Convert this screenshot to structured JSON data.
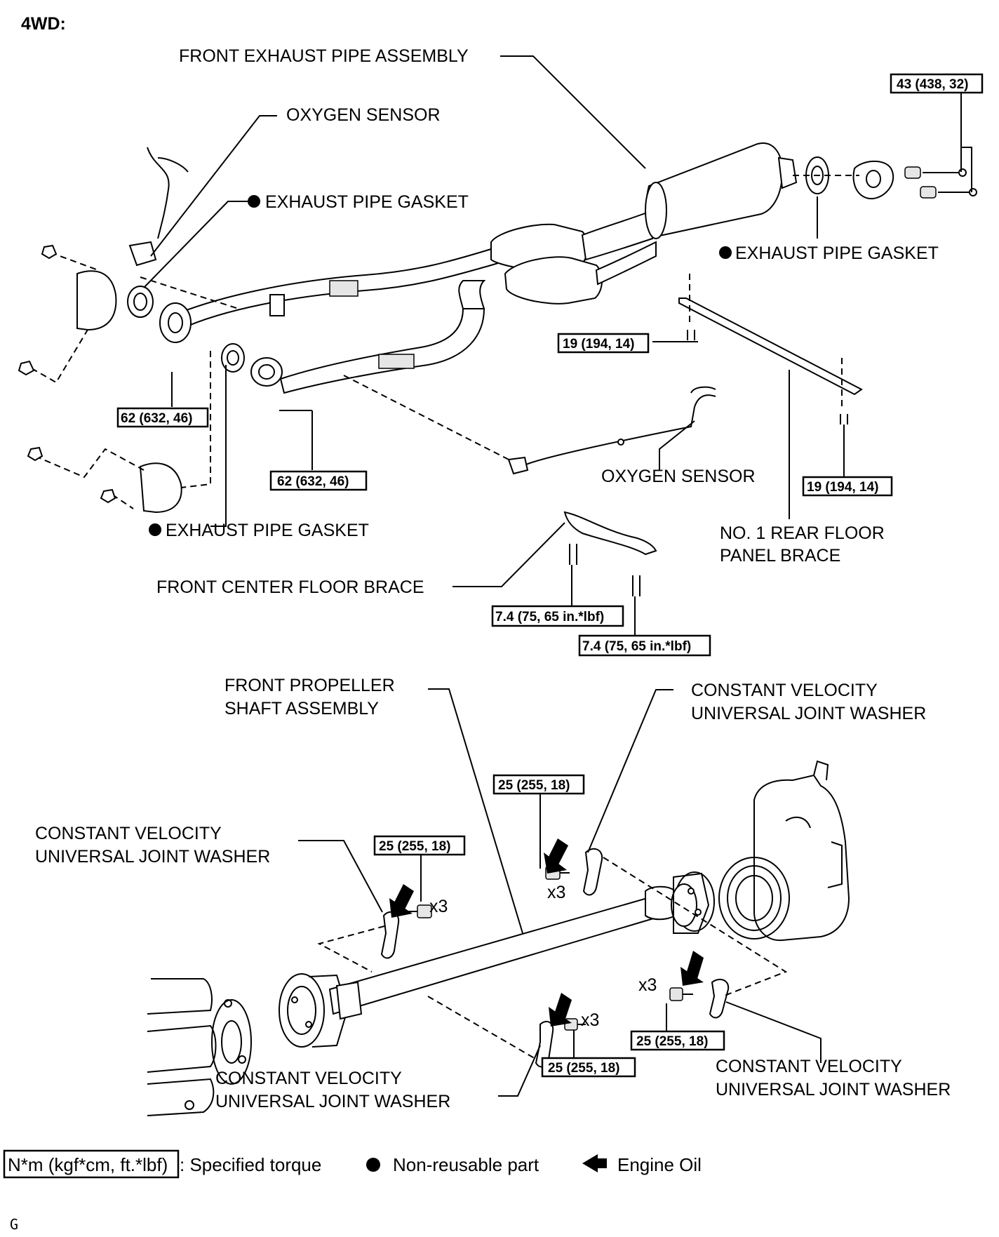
{
  "header": "4WD:",
  "labels": {
    "front_exhaust_pipe_assembly": "FRONT EXHAUST PIPE ASSEMBLY",
    "oxygen_sensor_top": "OXYGEN SENSOR",
    "exhaust_pipe_gasket_left": "EXHAUST PIPE GASKET",
    "exhaust_pipe_gasket_right": "EXHAUST PIPE GASKET",
    "exhaust_pipe_gasket_lower": "EXHAUST PIPE GASKET",
    "oxygen_sensor_right": "OXYGEN SENSOR",
    "no1_rear_floor_brace_line1": "NO. 1 REAR FLOOR",
    "no1_rear_floor_brace_line2": "PANEL BRACE",
    "front_center_floor_brace": "FRONT CENTER FLOOR BRACE",
    "front_propeller_line1": "FRONT PROPELLER",
    "front_propeller_line2": "SHAFT ASSEMBLY",
    "cv_washer_top_line1": "CONSTANT VELOCITY",
    "cv_washer_top_line2": "UNIVERSAL JOINT WASHER",
    "cv_washer_left_line1": "CONSTANT VELOCITY",
    "cv_washer_left_line2": "UNIVERSAL JOINT WASHER",
    "cv_washer_bottom_line1": "CONSTANT VELOCITY",
    "cv_washer_bottom_line2": "UNIVERSAL JOINT WASHER",
    "cv_washer_right_line1": "CONSTANT VELOCITY",
    "cv_washer_right_line2": "UNIVERSAL JOINT WASHER"
  },
  "torques": {
    "rear_flange": "43 (438, 32)",
    "left_flange": "62 (632, 46)",
    "center_flange": "62 (632, 46)",
    "brace_upper": "19 (194, 14)",
    "brace_lower": "19 (194, 14)",
    "center_brace_left": "7.4 (75, 65 in.*lbf)",
    "center_brace_right": "7.4 (75, 65 in.*lbf)",
    "shaft_top": "25 (255, 18)",
    "shaft_left": "25 (255, 18)",
    "shaft_bottom_mid": "25 (255, 18)",
    "shaft_bottom_right": "25 (255, 18)"
  },
  "multipliers": {
    "left": "x3",
    "top": "x3",
    "bottom_mid": "x3",
    "bottom_right": "x3"
  },
  "legend": {
    "torque_box": "N*m (kgf*cm, ft.*lbf)",
    "torque_text": ": Specified torque",
    "nonreusable": "Non-reusable part",
    "engine_oil": "Engine Oil"
  },
  "corner_mark": "G"
}
